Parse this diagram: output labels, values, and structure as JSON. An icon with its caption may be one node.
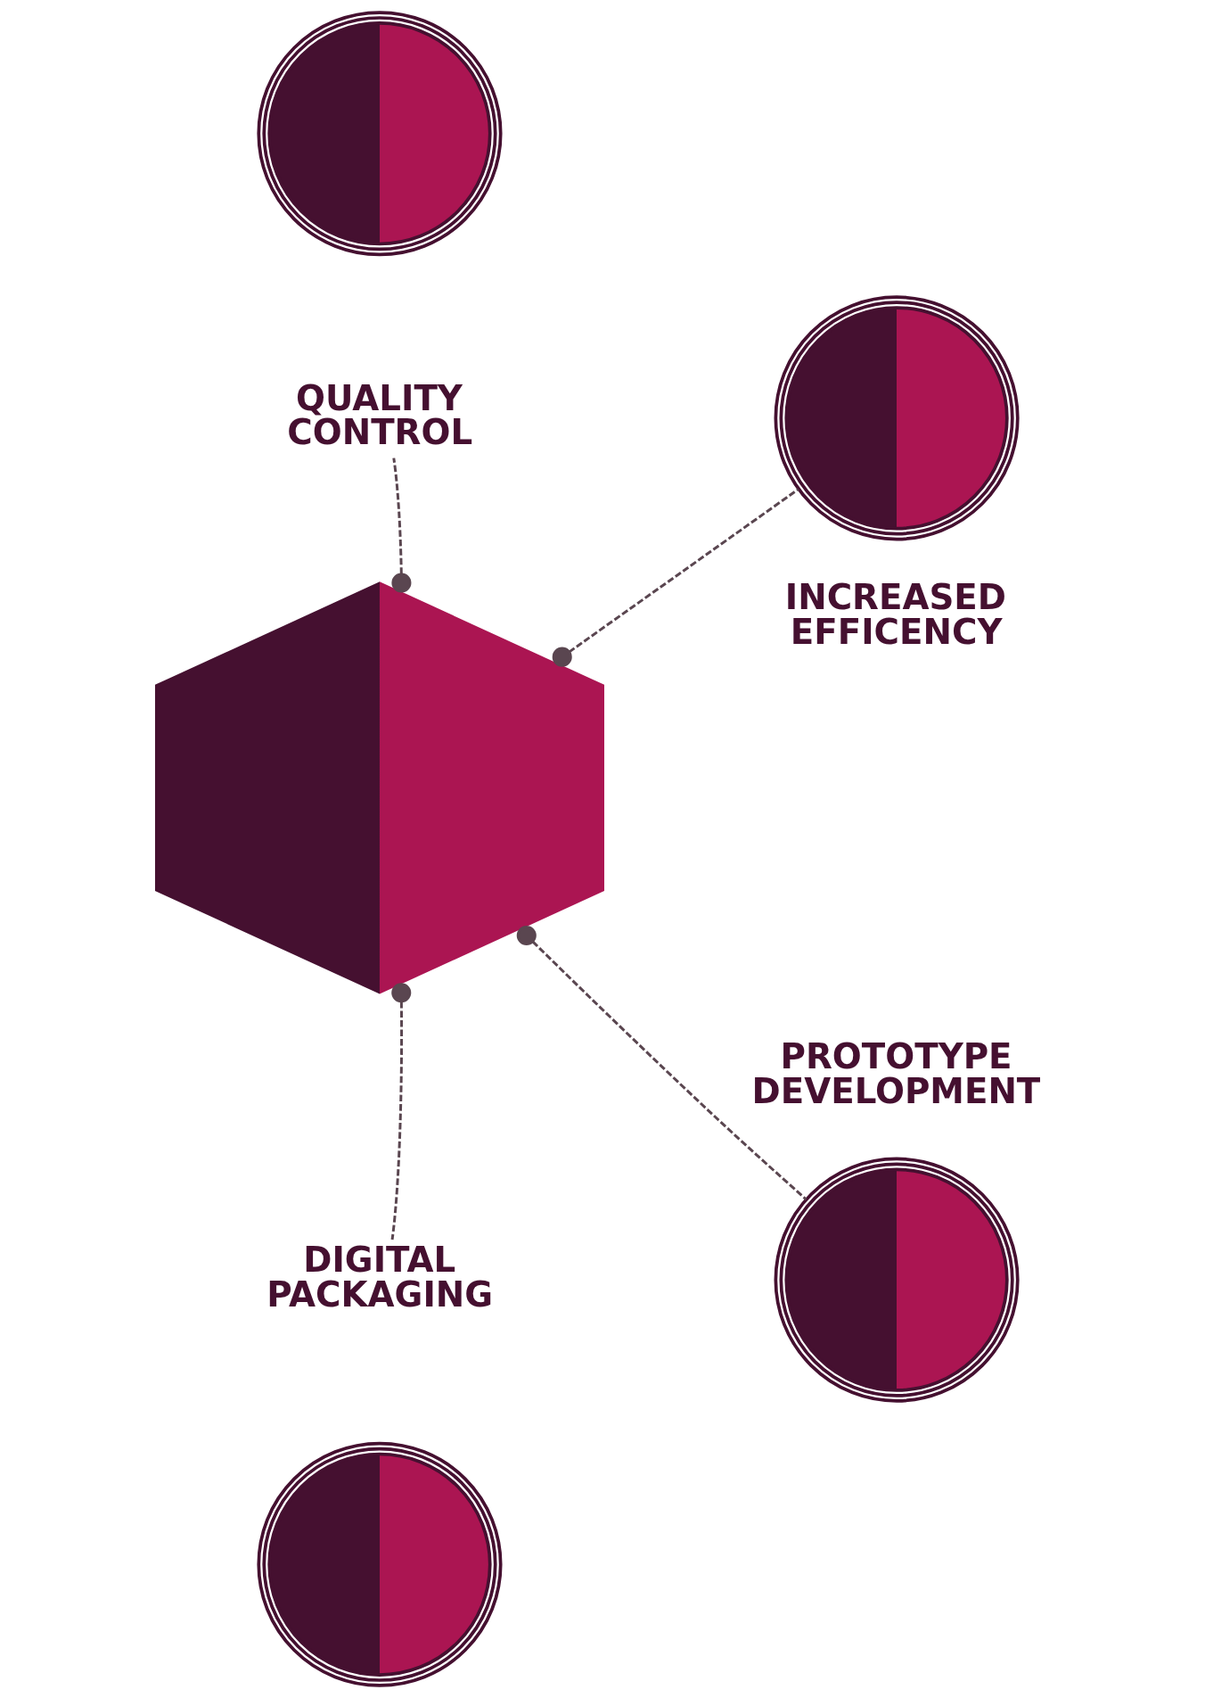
{
  "diagram": {
    "nodes": [
      {
        "text": [],
        "shape": "picture"
      },
      {
        "text": [
          "QUALITY CONTROL"
        ]
      },
      {
        "text": [],
        "shape": "picture",
        "beside": [
          "INCREASED EFFICENCY"
        ]
      },
      {
        "text": [],
        "shape": "hexagon"
      },
      {
        "text": [],
        "shape": "picture",
        "beside": [
          "PROTOTYPE DEVELOPMENT"
        ]
      },
      {
        "text": [
          "DIGITAL PACKAGING"
        ]
      },
      {
        "text": [],
        "shape": "picture"
      }
    ],
    "edges": [
      {
        "from": 3,
        "to": 1,
        "arrow": "other",
        "style": "dashed"
      },
      {
        "from": 3,
        "to": 2,
        "arrow": "other",
        "style": "dashed"
      },
      {
        "from": 3,
        "to": 4,
        "arrow": "other",
        "style": "dashed"
      },
      {
        "from": 3,
        "to": 5,
        "arrow": "other",
        "style": "dashed"
      }
    ]
  }
}
